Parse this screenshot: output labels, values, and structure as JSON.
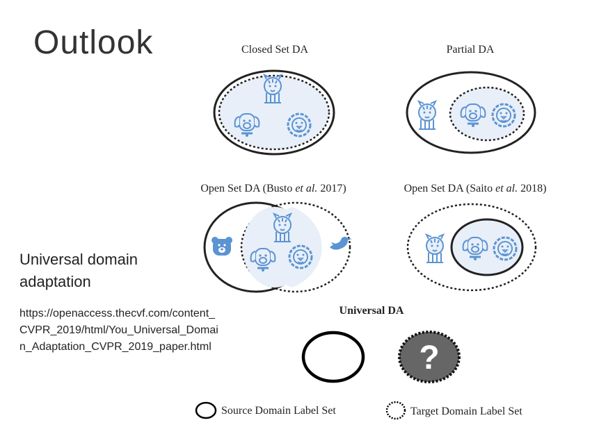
{
  "slide": {
    "title": "Outlook",
    "subtitle": "Universal domain adaptation",
    "link": "https://openaccess.thecvf.com/content_CVPR_2019/html/You_Universal_Domain_Adaptation_CVPR_2019_paper.html"
  },
  "diagram": {
    "panels": {
      "closed": {
        "caption": "Closed Set DA"
      },
      "partial": {
        "caption": "Partial DA"
      },
      "open_busto": {
        "caption_pre": "Open Set DA (Busto ",
        "caption_em": "et al.",
        "caption_post": " 2017)"
      },
      "open_saito": {
        "caption_pre": "Open Set DA (Saito ",
        "caption_em": "et al.",
        "caption_post": " 2018)"
      },
      "universal": {
        "caption": "Universal DA",
        "unknown_mark": "?"
      }
    },
    "legend": {
      "source": "Source Domain Label Set",
      "target": "Target Domain Label Set"
    },
    "icons": [
      "tiger-icon",
      "dog-icon",
      "lion-icon",
      "bear-icon",
      "bird-icon"
    ],
    "colors": {
      "icon_blue": "#5b93d3",
      "fill_light": "#e8eff8",
      "unknown_fill": "#666666"
    }
  }
}
